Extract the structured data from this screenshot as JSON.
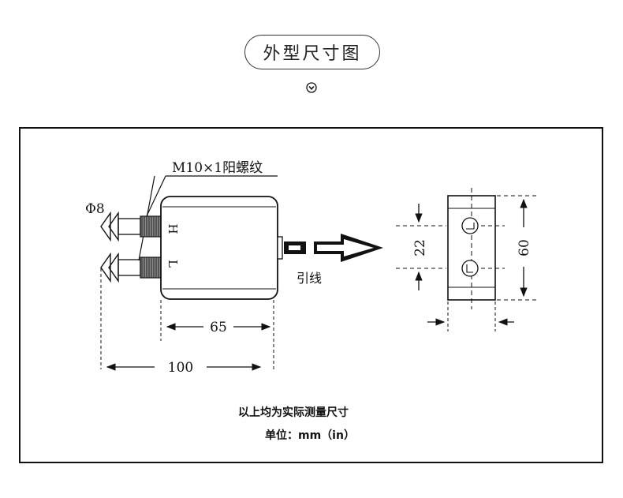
{
  "header": {
    "title": "外型尺寸图"
  },
  "icons": {
    "expand": "chevron-down-circle-icon"
  },
  "drawing": {
    "thread_label": "M10×1阳螺纹",
    "diameter_label": "Φ8",
    "port_h": "H",
    "port_l": "L",
    "lead_label": "引线",
    "dim_width": "65",
    "dim_total": "100",
    "dim_hole_spacing": "22",
    "dim_height": "60"
  },
  "notes": {
    "line1": "以上均为实际测量尺寸",
    "line2": "单位：mm（in）"
  }
}
